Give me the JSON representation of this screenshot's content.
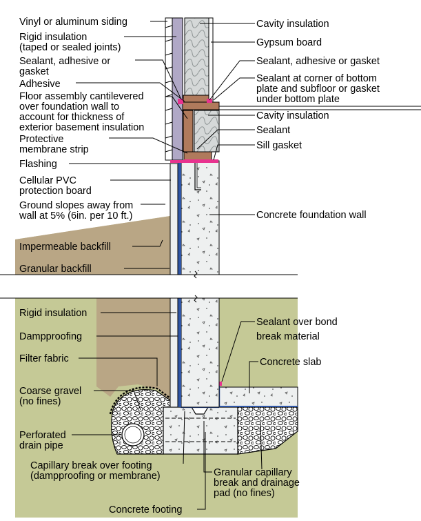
{
  "labels_left": {
    "siding": "Vinyl or aluminum siding",
    "rigid_top_1": "Rigid insulation",
    "rigid_top_2": "(taped or sealed joints)",
    "sealant_1": "Sealant, adhesive or",
    "sealant_2": "gasket",
    "adhesive": "Adhesive",
    "floor_1": "Floor assembly cantilevered",
    "floor_2": "over foundation wall to",
    "floor_3": "account for thickness of",
    "floor_4": "exterior basement insulation",
    "membrane_1": "Protective",
    "membrane_2": "membrane strip",
    "flashing": "Flashing",
    "pvc_1": "Cellular PVC",
    "pvc_2": "protection board",
    "ground_1": "Ground slopes away from",
    "ground_2": "wall at 5% (6in. per 10 ft.)",
    "impermeable": "Impermeable backfill",
    "granular": "Granular backfill",
    "rigid_bottom": "Rigid insulation",
    "dampproofing": "Dampproofing",
    "filter": "Filter fabric",
    "gravel_1": "Coarse gravel",
    "gravel_2": "(no fines)",
    "drain_1": "Perforated",
    "drain_2": "drain pipe",
    "capillary_1": "Capillary break over footing",
    "capillary_2": "(dampproofing or membrane)",
    "footing": "Concrete footing"
  },
  "labels_right": {
    "cavity_top": "Cavity insulation",
    "gypsum": "Gypsum board",
    "sealant": "Sealant, adhesive or gasket",
    "corner_1": "Sealant at corner of bottom",
    "corner_2": "plate and subfloor or gasket",
    "corner_3": "under bottom plate",
    "cavity_mid": "Cavity insulation",
    "sealant_plain": "Sealant",
    "sill": "Sill gasket",
    "foundation": "Concrete foundation wall",
    "bond_1": "Sealant over bond",
    "bond_2": "break material",
    "slab": "Concrete slab",
    "granular_pad_1": "Granular capillary",
    "granular_pad_2": "break and drainage",
    "granular_pad_3": "pad (no fines)"
  },
  "colors": {
    "soil": "#b9a685",
    "ground": "#c5c996",
    "concrete": "#eef0f0",
    "siding": "#b0a8c6",
    "insulation_blue": "#2f56a6",
    "membrane_pink": "#e8338f",
    "wood": "#b07a5c",
    "batt": "#d5d8d8",
    "foam": "#aeb4b4"
  }
}
